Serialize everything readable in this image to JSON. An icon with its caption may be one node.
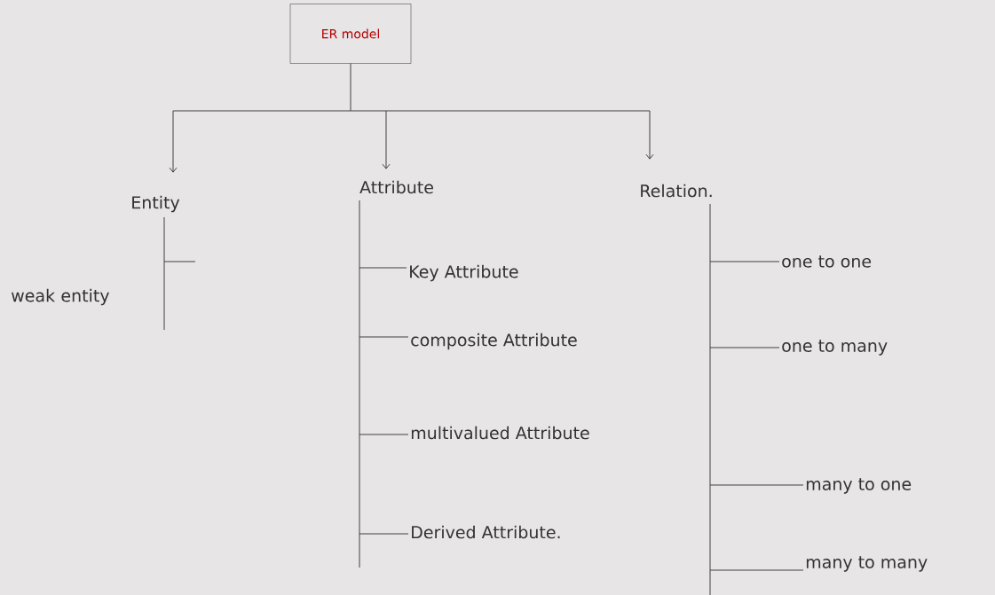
{
  "diagram": {
    "nodes": [
      {
        "text": [
          "ER model"
        ]
      },
      {
        "text": [
          "Entity"
        ]
      },
      {
        "text": [
          "Attribute"
        ]
      },
      {
        "text": [
          "Relation."
        ]
      },
      {
        "text": [
          "weak entity"
        ]
      },
      {
        "text": [
          "Key Attribute"
        ]
      },
      {
        "text": [
          "composite Attribute"
        ]
      },
      {
        "text": [
          "multivalued Attribute"
        ]
      },
      {
        "text": [
          "Derived Attribute."
        ]
      },
      {
        "text": [
          "one to one"
        ]
      },
      {
        "text": [
          "one to many"
        ]
      },
      {
        "text": [
          "many to one"
        ]
      },
      {
        "text": [
          "many to many"
        ]
      }
    ],
    "edges": [
      {
        "from": 0,
        "to": 1,
        "arrow": "to"
      },
      {
        "from": 0,
        "to": 2,
        "arrow": "to"
      },
      {
        "from": 0,
        "to": 3,
        "arrow": "to"
      },
      {
        "from": 1,
        "to": 4,
        "arrow": "none"
      },
      {
        "from": 2,
        "to": 5,
        "arrow": "none"
      },
      {
        "from": 2,
        "to": 6,
        "arrow": "none"
      },
      {
        "from": 2,
        "to": 7,
        "arrow": "none"
      },
      {
        "from": 2,
        "to": 8,
        "arrow": "none"
      },
      {
        "from": 3,
        "to": 9,
        "arrow": "none"
      },
      {
        "from": 3,
        "to": 10,
        "arrow": "none"
      },
      {
        "from": 3,
        "to": 11,
        "arrow": "none"
      },
      {
        "from": 3,
        "to": 12,
        "arrow": "none"
      }
    ]
  }
}
